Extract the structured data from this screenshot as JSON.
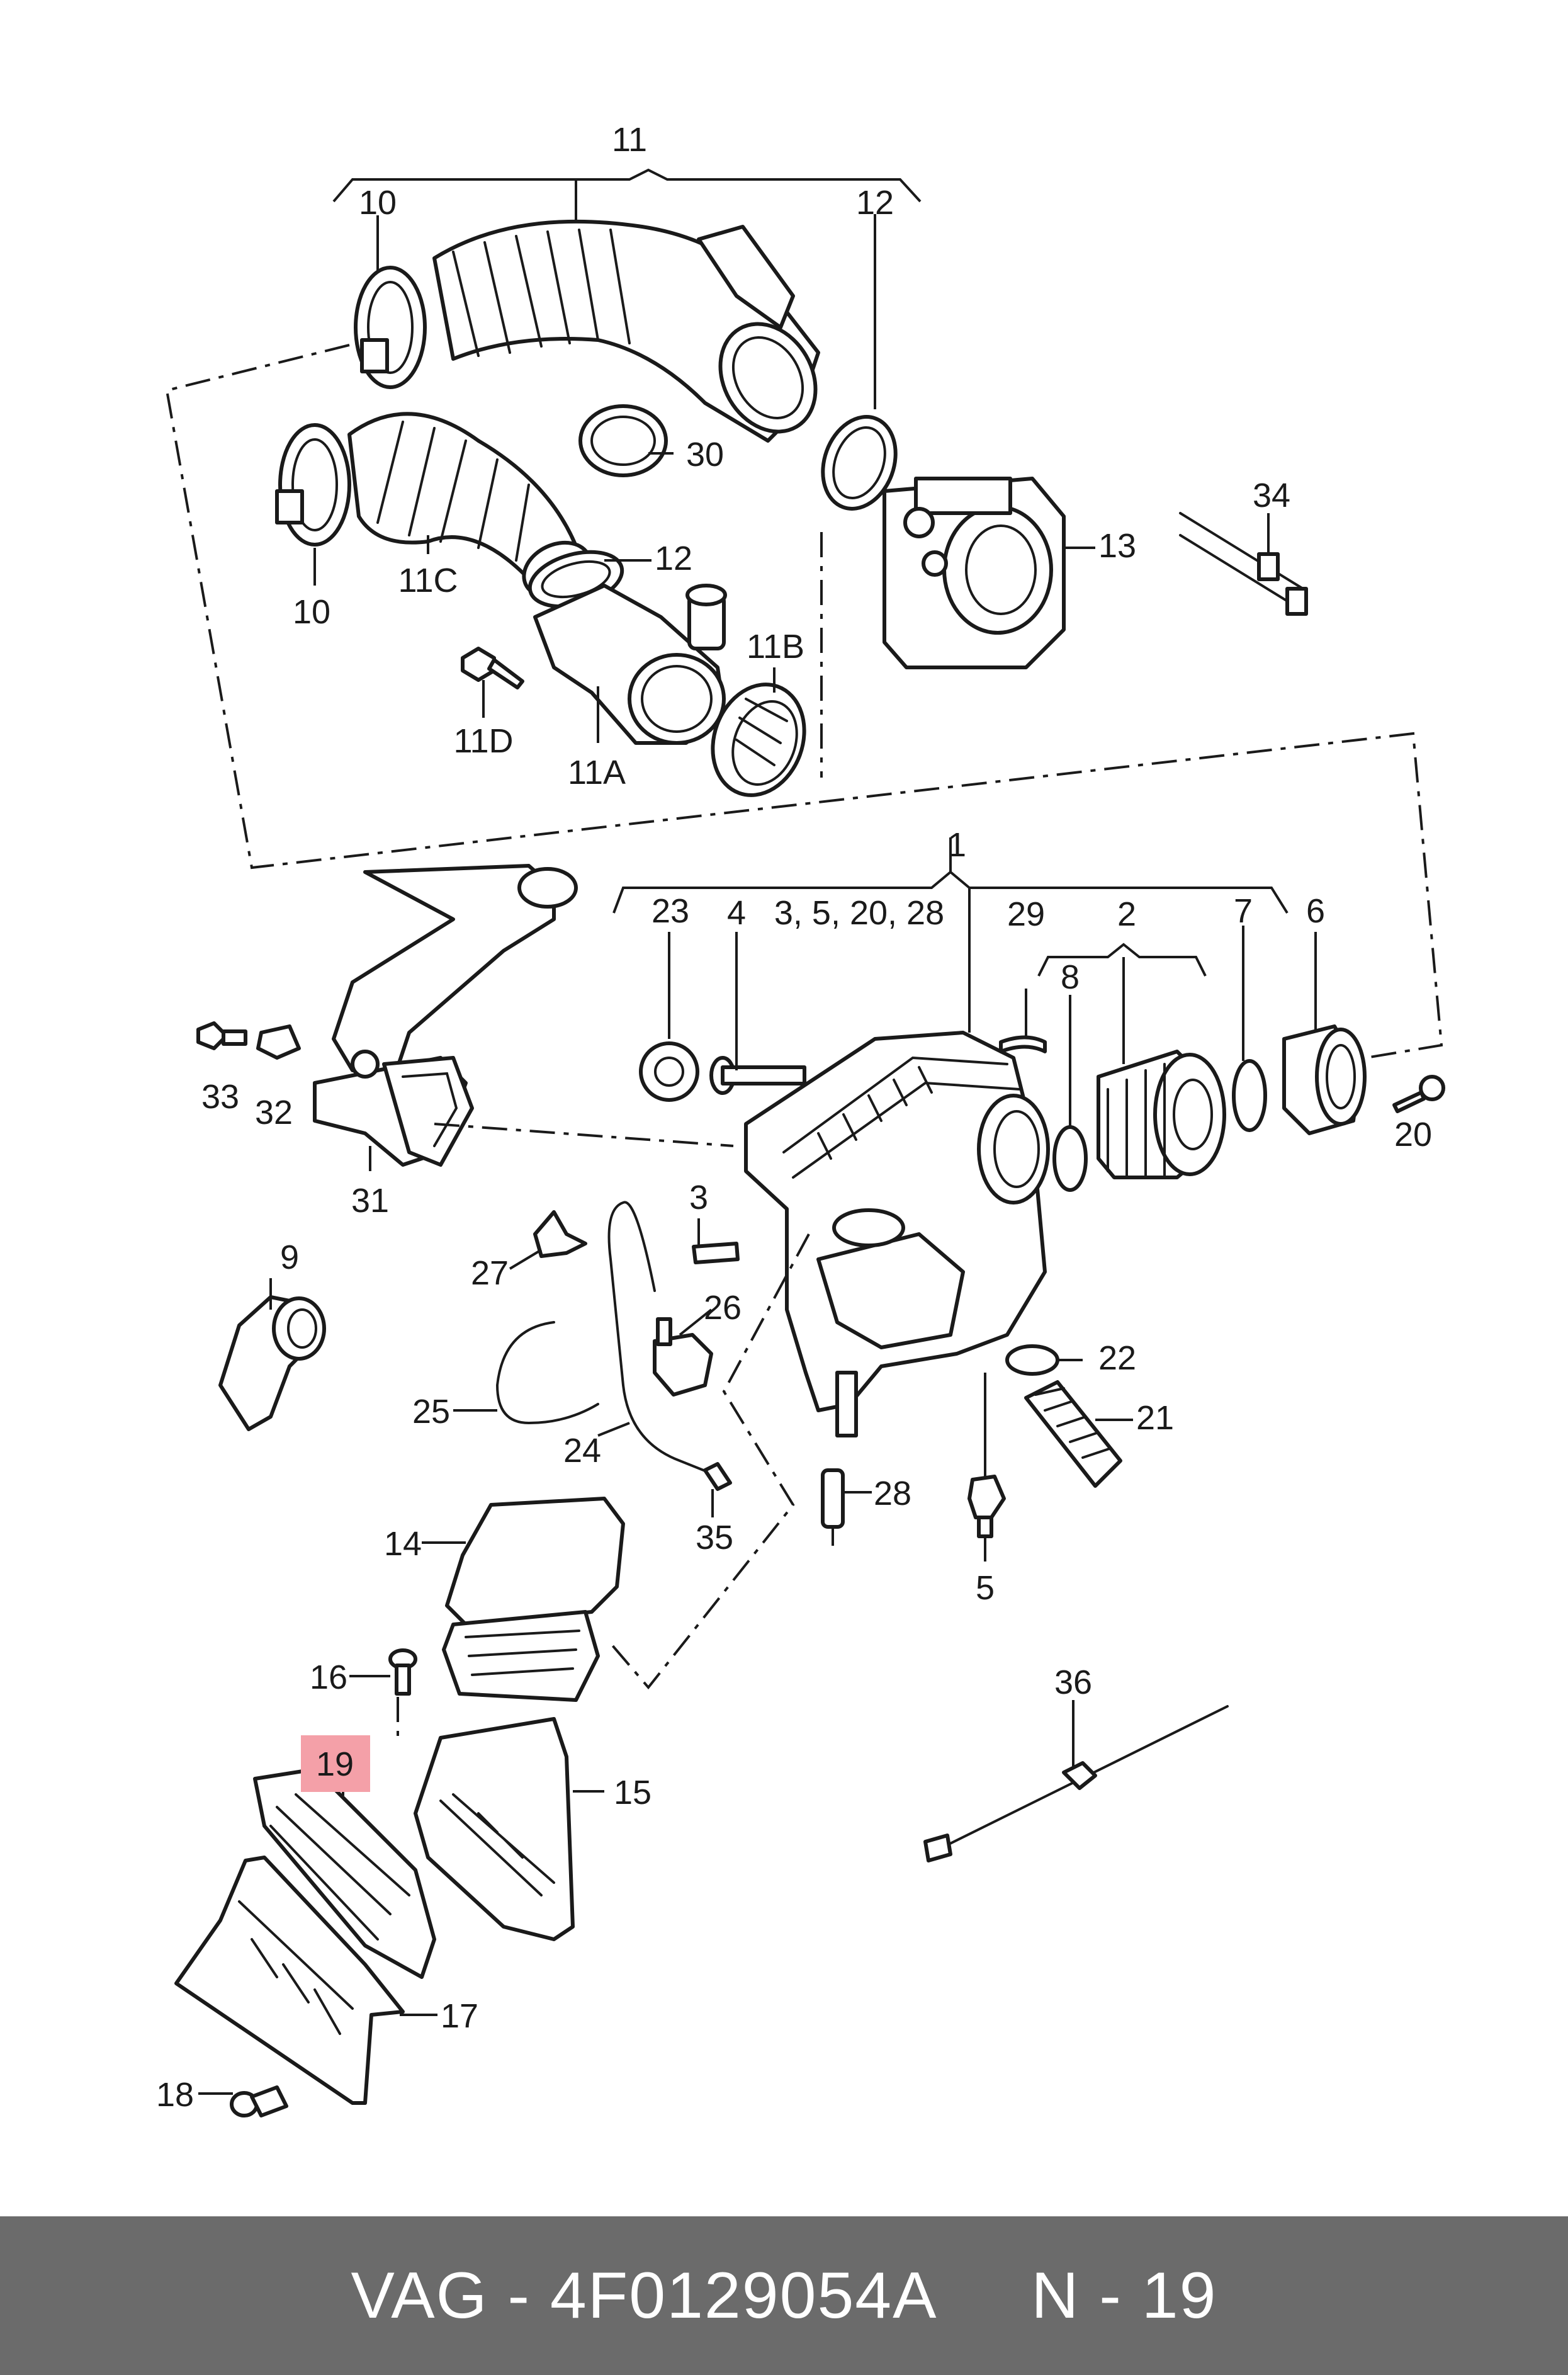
{
  "labels": {
    "c1": "1",
    "c2": "2",
    "c3": "3",
    "c3_5": "3, 5, 20, 28",
    "c4": "4",
    "c5": "5",
    "c6": "6",
    "c7": "7",
    "c8": "8",
    "c9": "9",
    "c10a": "10",
    "c10b": "10",
    "c11": "11",
    "c11a": "11A",
    "c11b": "11B",
    "c11c": "11C",
    "c11d": "11D",
    "c12a": "12",
    "c12b": "12",
    "c13": "13",
    "c14": "14",
    "c15": "15",
    "c16": "16",
    "c17": "17",
    "c18": "18",
    "c19": "19",
    "c20": "20",
    "c21": "21",
    "c22": "22",
    "c23": "23",
    "c24": "24",
    "c25": "25",
    "c26": "26",
    "c27": "27",
    "c28": "28",
    "c29": "29",
    "c30": "30",
    "c31": "31",
    "c32": "32",
    "c33": "33",
    "c34": "34",
    "c35": "35",
    "c36": "36"
  },
  "highlight": {
    "part": "19",
    "color": "#f4a0a8"
  },
  "footer": {
    "text": "VAG - 4F0129054A     N - 19",
    "background": "#6b6b6b",
    "color": "#ffffff"
  }
}
